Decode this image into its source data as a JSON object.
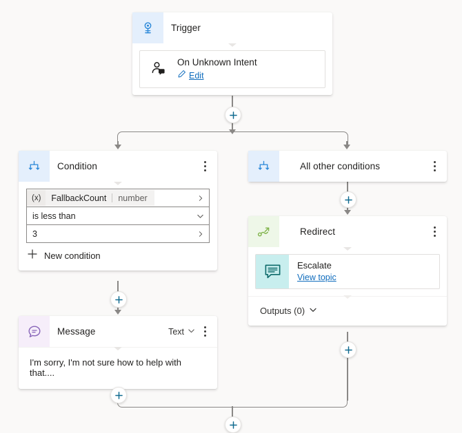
{
  "canvas": {
    "background": "#faf9f8",
    "connector_color": "#8a8886",
    "accent": "#0f6cbd"
  },
  "nodes": {
    "trigger": {
      "title": "Trigger",
      "icon": "trigger-bolt-icon",
      "icon_color": "#2b88d8",
      "item": {
        "title": "On Unknown Intent",
        "icon": "person-chat-icon",
        "edit_label": "Edit",
        "edit_icon": "pencil-icon"
      }
    },
    "condition": {
      "title": "Condition",
      "icon": "branch-icon",
      "icon_color": "#2b88d8",
      "menu_icon": "kebab-menu-icon",
      "variable": {
        "prefix": "(x)",
        "name": "FallbackCount",
        "type": "number"
      },
      "operator": "is less than",
      "value": "3",
      "new_condition_label": "New condition",
      "new_condition_icon": "plus-icon"
    },
    "all_other_conditions": {
      "title": "All other conditions",
      "icon": "branch-icon",
      "icon_color": "#2b88d8",
      "menu_icon": "kebab-menu-icon"
    },
    "redirect": {
      "title": "Redirect",
      "icon": "redirect-arrow-icon",
      "icon_color": "#81b44c",
      "menu_icon": "kebab-menu-icon",
      "topic": {
        "name": "Escalate",
        "icon": "chat-bubble-icon",
        "link_label": "View topic"
      },
      "outputs_label": "Outputs (0)",
      "outputs_chevron": "chevron-down-icon"
    },
    "message": {
      "title": "Message",
      "icon": "message-bubble-icon",
      "icon_color": "#8764b8",
      "type_label": "Text",
      "type_chevron": "chevron-down-icon",
      "menu_icon": "kebab-menu-icon",
      "text": "I'm sorry, I'm not sure how to help with that...."
    }
  },
  "add_buttons": [
    {
      "name": "add-node-after-trigger"
    },
    {
      "name": "add-node-after-all-other-conditions"
    },
    {
      "name": "add-node-after-condition"
    },
    {
      "name": "add-node-after-redirect"
    },
    {
      "name": "add-node-after-message"
    },
    {
      "name": "add-node-after-merge"
    }
  ]
}
